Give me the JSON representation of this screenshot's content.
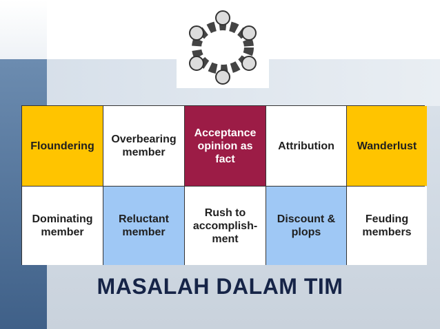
{
  "slide": {
    "title": "MASALAH DALAM TIM",
    "image_alt": "hands-chain-image"
  },
  "grid": {
    "row1": [
      {
        "text": "Floundering",
        "color": "#ffc400"
      },
      {
        "text": "Overbearing member",
        "color": "#ffffff"
      },
      {
        "text": "Acceptance opinion as fact",
        "color": "#9c1c46"
      },
      {
        "text": "Attribution",
        "color": "#ffffff"
      },
      {
        "text": "Wanderlust",
        "color": "#ffc400"
      }
    ],
    "row2": [
      {
        "text": "Dominating member",
        "color": "#ffffff"
      },
      {
        "text": "Reluctant member",
        "color": "#9fc8f5"
      },
      {
        "text": "Rush to accomplish-ment",
        "color": "#ffffff"
      },
      {
        "text": "Discount & plops",
        "color": "#9fc8f5"
      },
      {
        "text": "Feuding members",
        "color": "#ffffff"
      }
    ]
  }
}
